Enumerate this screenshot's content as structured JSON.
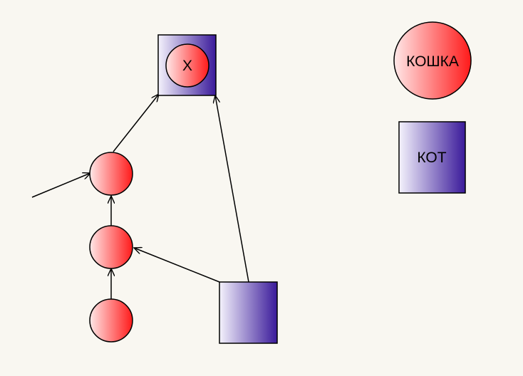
{
  "diagram": {
    "colors": {
      "background": "#f9f7f1",
      "circle_light": "#ffe8e8",
      "circle_dark": "#ff1a1a",
      "square_light": "#f4f2fc",
      "square_dark": "#3a1a9a",
      "stroke": "#000000"
    },
    "nodes": {
      "square_x": {
        "shape": "square"
      },
      "circle_x": {
        "shape": "circle",
        "label": "X"
      },
      "circle_top": {
        "shape": "circle"
      },
      "circle_mid": {
        "shape": "circle"
      },
      "circle_bottom": {
        "shape": "circle"
      },
      "square_bottom": {
        "shape": "square"
      }
    },
    "edges": [
      {
        "from": "external-input",
        "to": "circle_top"
      },
      {
        "from": "circle_top",
        "to": "square_x"
      },
      {
        "from": "circle_mid",
        "to": "circle_top"
      },
      {
        "from": "circle_bottom",
        "to": "circle_mid"
      },
      {
        "from": "square_bottom",
        "to": "circle_mid"
      },
      {
        "from": "square_bottom",
        "to": "square_x"
      }
    ],
    "legend": {
      "circle_label": "КОШКА",
      "square_label": "КОТ"
    }
  }
}
